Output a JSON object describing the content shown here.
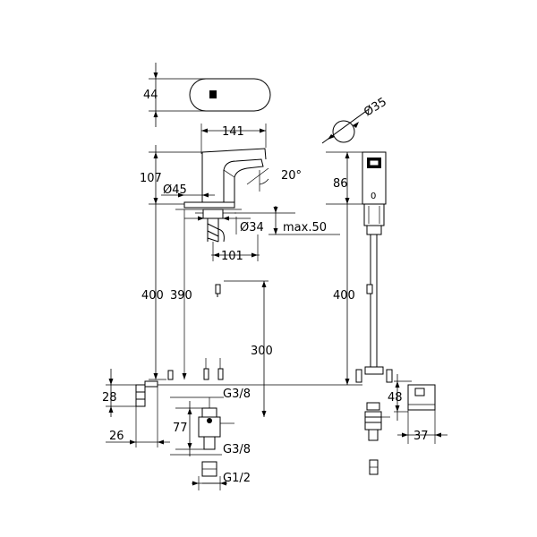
{
  "dimensions": {
    "top_view_depth": "44",
    "spout_width": "141",
    "height_base": "107",
    "angle": "20°",
    "base_diameter": "Ø45",
    "hole_diameter": "Ø34",
    "max_thickness": "max.50",
    "reach": "101",
    "aerator_diameter": "Ø35",
    "sensor_height": "86",
    "hose_left_400": "400",
    "hose_390": "390",
    "hose_right_400": "400",
    "hose_300": "300",
    "box_28": "28",
    "box_26": "26",
    "connector_77": "77",
    "thread_top": "G3/8",
    "thread_mid": "G3/8",
    "thread_bottom": "G1/2",
    "battery_48": "48",
    "battery_37": "37"
  },
  "sensor_symbol": "0"
}
